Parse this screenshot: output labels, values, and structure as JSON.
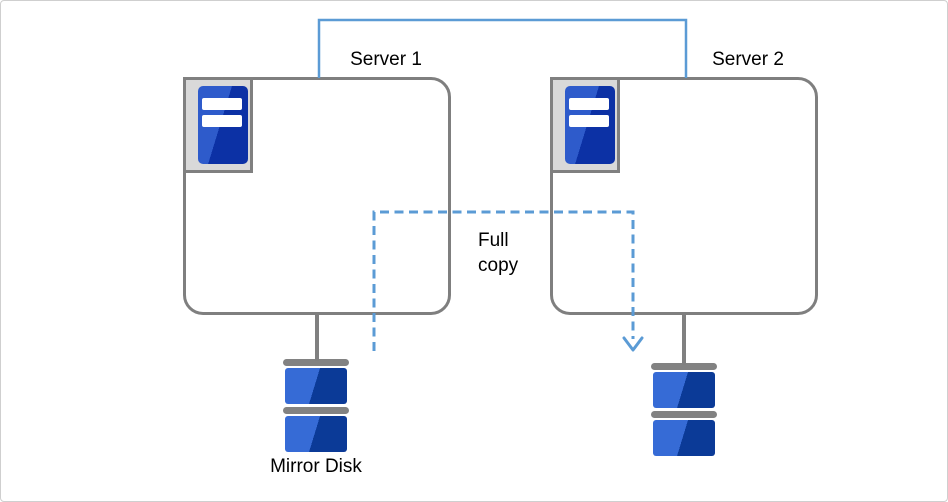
{
  "diagram": {
    "servers": [
      {
        "label": "Server 1"
      },
      {
        "label": "Server 2"
      }
    ],
    "arrow_label": "Full copy",
    "disk_label": "Mirror Disk",
    "colors": {
      "connector_blue": "#5B9BD5",
      "box_border_gray": "#7F7F7F",
      "icon_frame_gray": "#808080",
      "icon_frame_fill": "#D9D9D9",
      "server_blue_light": "#2E5BCB",
      "server_blue_dark": "#0C31A5",
      "disk_blue_light": "#366BD6",
      "disk_blue_dark": "#0B3A97",
      "disk_cap_gray": "#828282",
      "text_color": "#000000",
      "canvas_border": "#CFCFCF"
    }
  }
}
